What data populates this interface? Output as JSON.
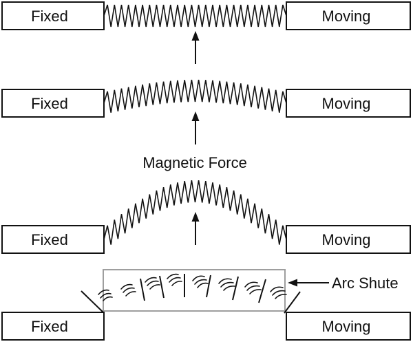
{
  "diagram": {
    "stages": [
      {
        "fixed_label": "Fixed",
        "moving_label": "Moving"
      },
      {
        "fixed_label": "Fixed",
        "moving_label": "Moving"
      },
      {
        "fixed_label": "Fixed",
        "moving_label": "Moving"
      },
      {
        "fixed_label": "Fixed",
        "moving_label": "Moving"
      }
    ],
    "magnetic_force_label": "Magnetic Force",
    "arc_chute_label": "Arc Shute",
    "colors": {
      "stroke": "#111111",
      "box_fill": "#ffffff",
      "chute_border": "#9e9e9e"
    }
  }
}
